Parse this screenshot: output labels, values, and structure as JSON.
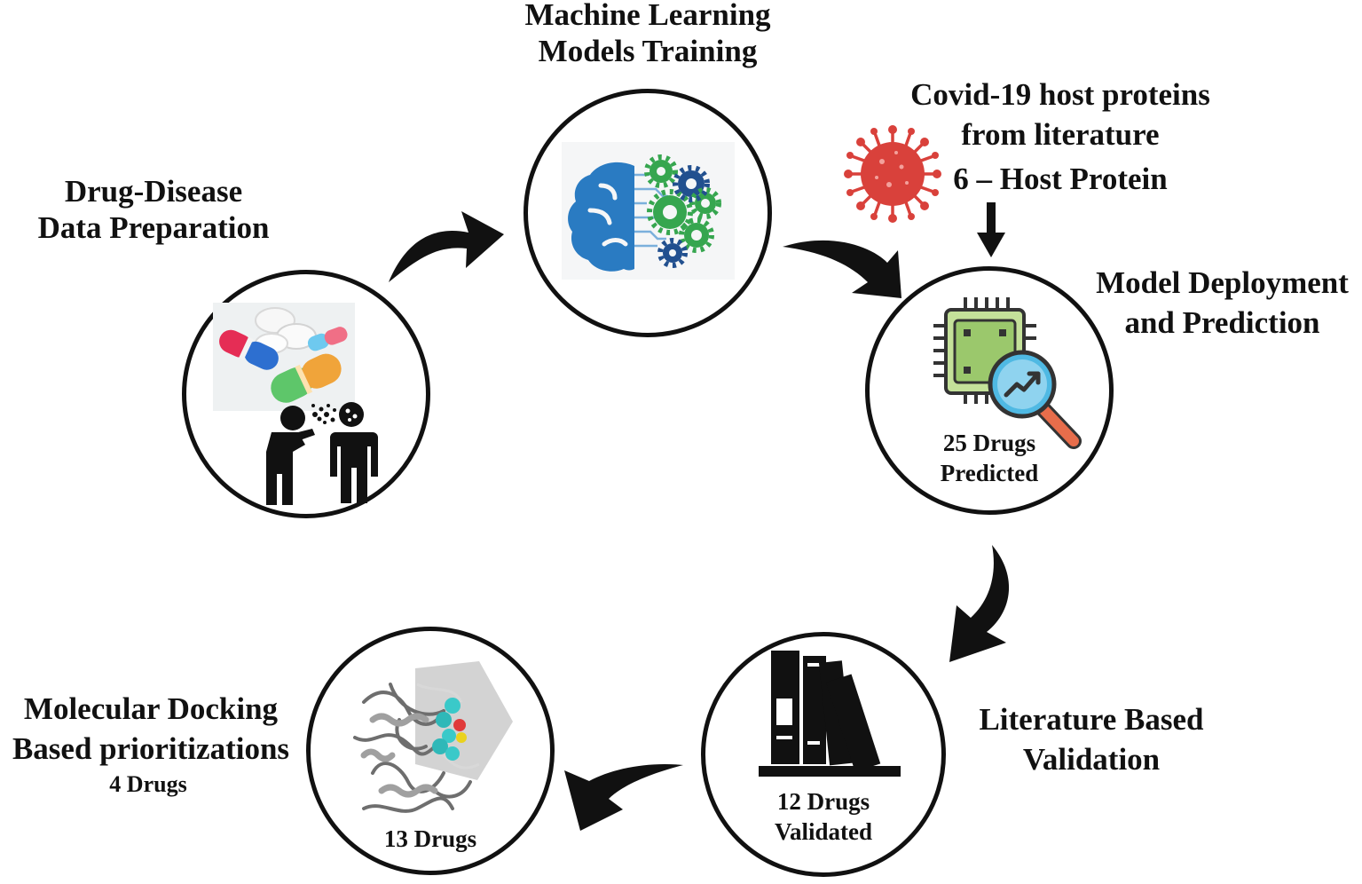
{
  "labels": {
    "data_prep": {
      "line1": "Drug-Disease",
      "line2": "Data Preparation"
    },
    "ml_training": {
      "line1": "Machine Learning",
      "line2": "Models Training"
    },
    "covid": {
      "line1": "Covid-19 host proteins",
      "line2": "from literature",
      "line3": "6 – Host Protein"
    },
    "deployment": {
      "line1": "Model Deployment",
      "line2": "and Prediction"
    },
    "literature": {
      "line1": "Literature Based",
      "line2": "Validation"
    },
    "docking": {
      "line1": "Molecular Docking",
      "line2": "Based prioritizations",
      "line3": "4 Drugs"
    }
  },
  "circles": {
    "prediction": {
      "line1": "25 Drugs",
      "line2": "Predicted"
    },
    "validation": {
      "line1": "12 Drugs",
      "line2": "Validated"
    },
    "docking": {
      "line1": "13 Drugs"
    }
  },
  "icons": {
    "data_prep": "pills-and-sick-person-icon",
    "ml_training": "brain-gears-icon",
    "covid": "coronavirus-icon",
    "deployment": "chip-magnifier-icon",
    "validation": "books-icon",
    "docking": "protein-ligand-icon"
  },
  "colors": {
    "stroke": "#111111",
    "virus": "#d9413b",
    "brain": "#2a7bc2",
    "gear_green": "#36a64f",
    "gear_blue": "#22508f",
    "chip": "#9bc86c",
    "magnifier": "#4fb9e3",
    "handle": "#e76d4b"
  }
}
